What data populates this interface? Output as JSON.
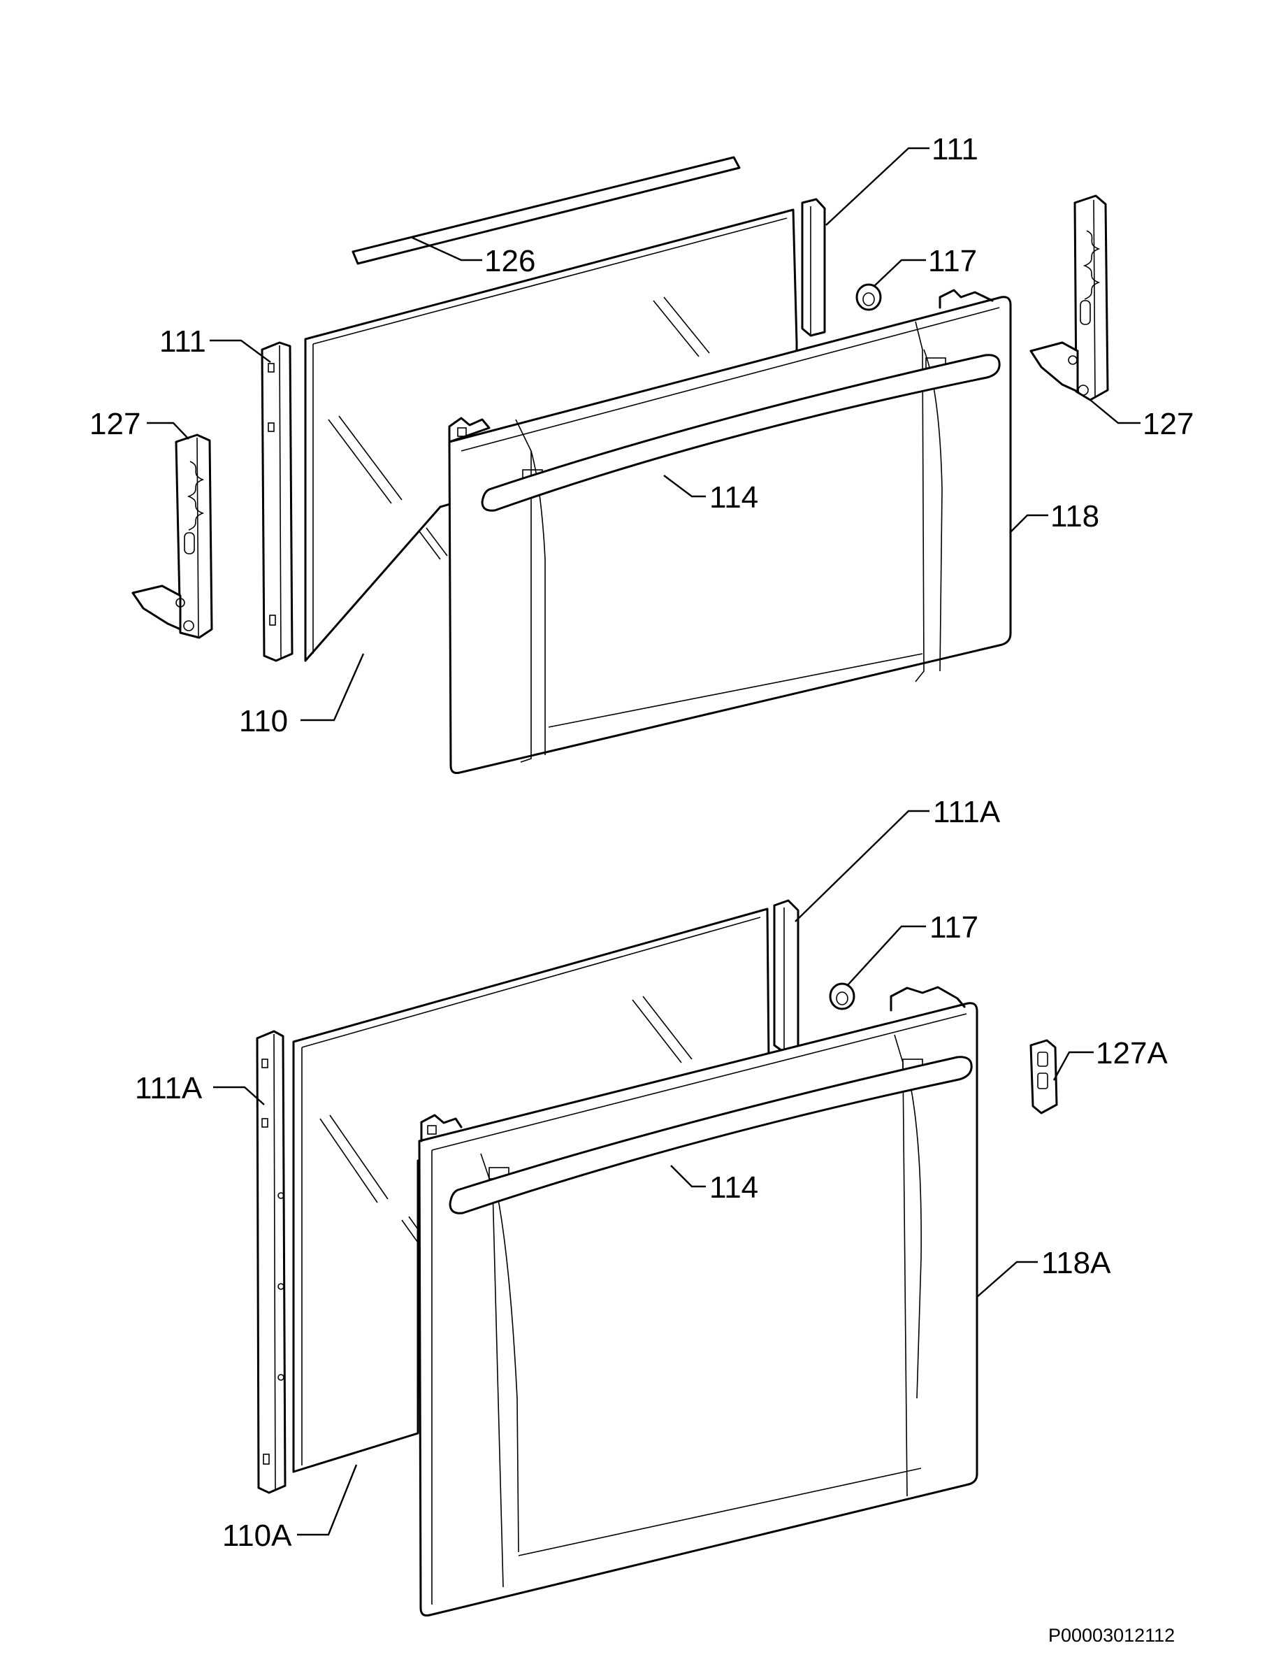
{
  "labels": {
    "top_glass_seal": "126",
    "top_glass_panel": "110",
    "top_left_strip": "111",
    "top_right_strip": "111",
    "top_left_hinge": "127",
    "top_right_hinge": "127",
    "top_bumper": "117",
    "top_handle": "114",
    "top_door_front": "118",
    "bottom_glass_panel": "110A",
    "bottom_left_strip": "111A",
    "bottom_right_strip": "111A",
    "bottom_bumper": "117",
    "bottom_handle": "114",
    "bottom_door_front": "118A",
    "bottom_catch": "127A"
  },
  "diagram_code": "P00003012112"
}
